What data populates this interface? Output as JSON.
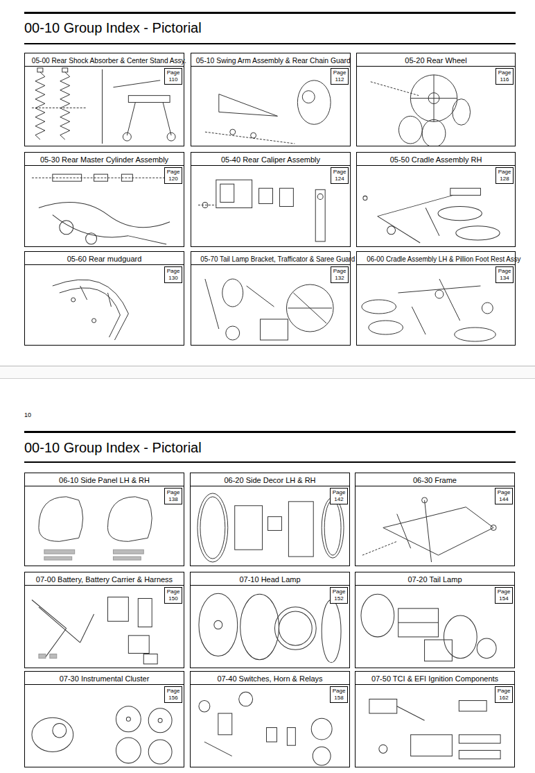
{
  "diagram": {
    "title": "00-10 Group Index - Pictorial",
    "nodes": [
      {
        "text": [
          "05-00 Rear Shock Absorber & Center Stand Assy."
        ]
      },
      {
        "text": [
          "Page",
          "110"
        ],
        "in": 0
      },
      {
        "text": [
          "05-10 Swing Arm Assembly & Rear Chain Guard"
        ]
      },
      {
        "text": [
          "Page",
          "112"
        ],
        "in": 2
      },
      {
        "text": [
          "05-20 Rear Wheel"
        ]
      },
      {
        "text": [
          "Page",
          "116"
        ],
        "in": 4
      },
      {
        "text": [
          "05-30 Rear Master Cylinder Assembly"
        ]
      },
      {
        "text": [
          "Page",
          "120"
        ],
        "in": 6
      },
      {
        "text": [
          "05-40 Rear Caliper Assembly"
        ]
      },
      {
        "text": [
          "Page",
          "124"
        ],
        "in": 8
      },
      {
        "text": [
          "05-50 Cradle Assembly RH"
        ]
      },
      {
        "text": [
          "Page",
          "128"
        ],
        "in": 10
      },
      {
        "text": [
          "05-60 Rear mudguard"
        ]
      },
      {
        "text": [
          "Page",
          "130"
        ],
        "in": 12
      },
      {
        "text": [
          "05-70 Tail Lamp Bracket, Trafficator & Saree Guard"
        ]
      },
      {
        "text": [
          "Page",
          "132"
        ],
        "in": 14
      },
      {
        "text": [
          "06-00 Cradle Assembly LH & Pillion Foot Rest Assy"
        ]
      },
      {
        "text": [
          "Page",
          "134"
        ],
        "in": 16
      },
      {
        "text": [
          "06-10 Side Panel LH & RH"
        ]
      },
      {
        "text": [
          "Page",
          "138"
        ],
        "in": 18
      },
      {
        "text": [
          "06-20 Side Decor LH & RH"
        ]
      },
      {
        "text": [
          "Page",
          "142"
        ],
        "in": 20
      },
      {
        "text": [
          "06-30 Frame"
        ]
      },
      {
        "text": [
          "Page",
          "144"
        ],
        "in": 22
      },
      {
        "text": [
          "07-00 Battery, Battery Carrier & Harness"
        ]
      },
      {
        "text": [
          "Page",
          "150"
        ],
        "in": 24
      },
      {
        "text": [
          "07-10 Head Lamp"
        ]
      },
      {
        "text": [
          "Page",
          "152"
        ],
        "in": 26
      },
      {
        "text": [
          "07-20 Tail Lamp"
        ]
      },
      {
        "text": [
          "Page",
          "154"
        ],
        "in": 28
      },
      {
        "text": [
          "07-30 Instrumental Cluster"
        ]
      },
      {
        "text": [
          "Page",
          "156"
        ],
        "in": 30
      },
      {
        "text": [
          "07-40 Switches, Horn & Relays"
        ]
      },
      {
        "text": [
          "Page",
          "158"
        ],
        "in": 32
      },
      {
        "text": [
          "07-50 TCI & EFI Ignition Components"
        ]
      },
      {
        "text": [
          "Page",
          "162"
        ],
        "in": 34
      }
    ],
    "labels": [
      "00-10 Group Index - Pictorial",
      "10"
    ]
  }
}
